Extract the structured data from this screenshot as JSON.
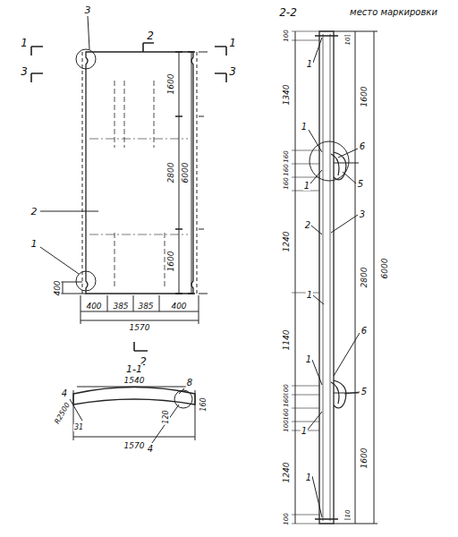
{
  "diagram": {
    "labels": [
      "3",
      "2",
      "1",
      "1",
      "3",
      "3",
      "2",
      "1",
      "2",
      "1600",
      "2800",
      "6000",
      "1600",
      "400",
      "400",
      "385",
      "385",
      "400",
      "1570",
      "1-1",
      "1540",
      "4",
      "R2500",
      "31",
      "8",
      "120",
      "160",
      "4",
      "1570",
      "2-2",
      "место маркировки",
      "100",
      "1340",
      "160",
      "160",
      "160",
      "1240",
      "1140",
      "100",
      "160",
      "160",
      "100",
      "1240",
      "100",
      "10",
      "1600",
      "2800",
      "6000",
      "1600",
      "10",
      "1",
      "1",
      "6",
      "1",
      "5",
      "3",
      "2",
      "1",
      "6",
      "1",
      "5",
      "1",
      "1"
    ]
  }
}
